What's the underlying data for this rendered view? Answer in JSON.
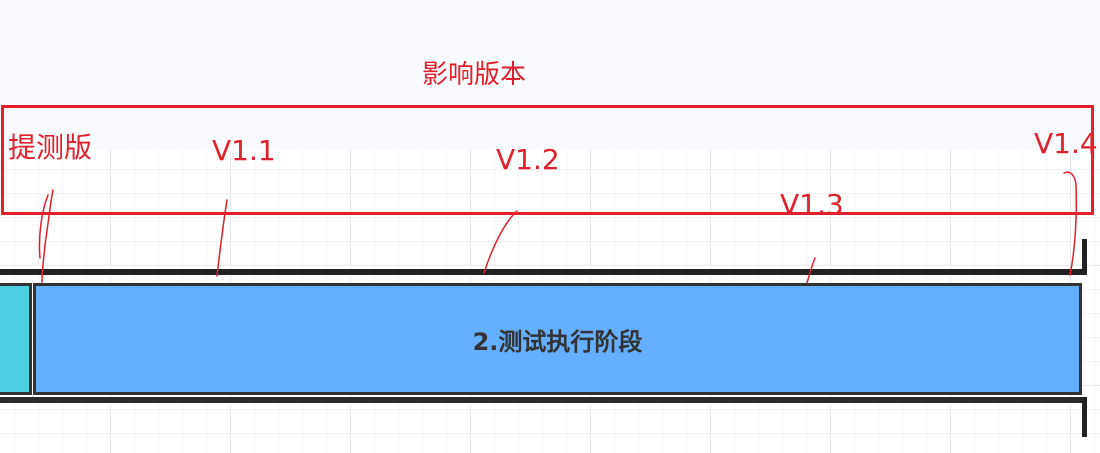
{
  "annotation": {
    "title": "影响版本",
    "color": "#e0202a",
    "labels": [
      "提测版",
      "V1.1",
      "V1.2",
      "V1.3",
      "V1.4"
    ]
  },
  "phases": {
    "main_label": "2.测试执行阶段",
    "main_color": "#64b0ff",
    "prev_color": "#4dd0e1"
  }
}
